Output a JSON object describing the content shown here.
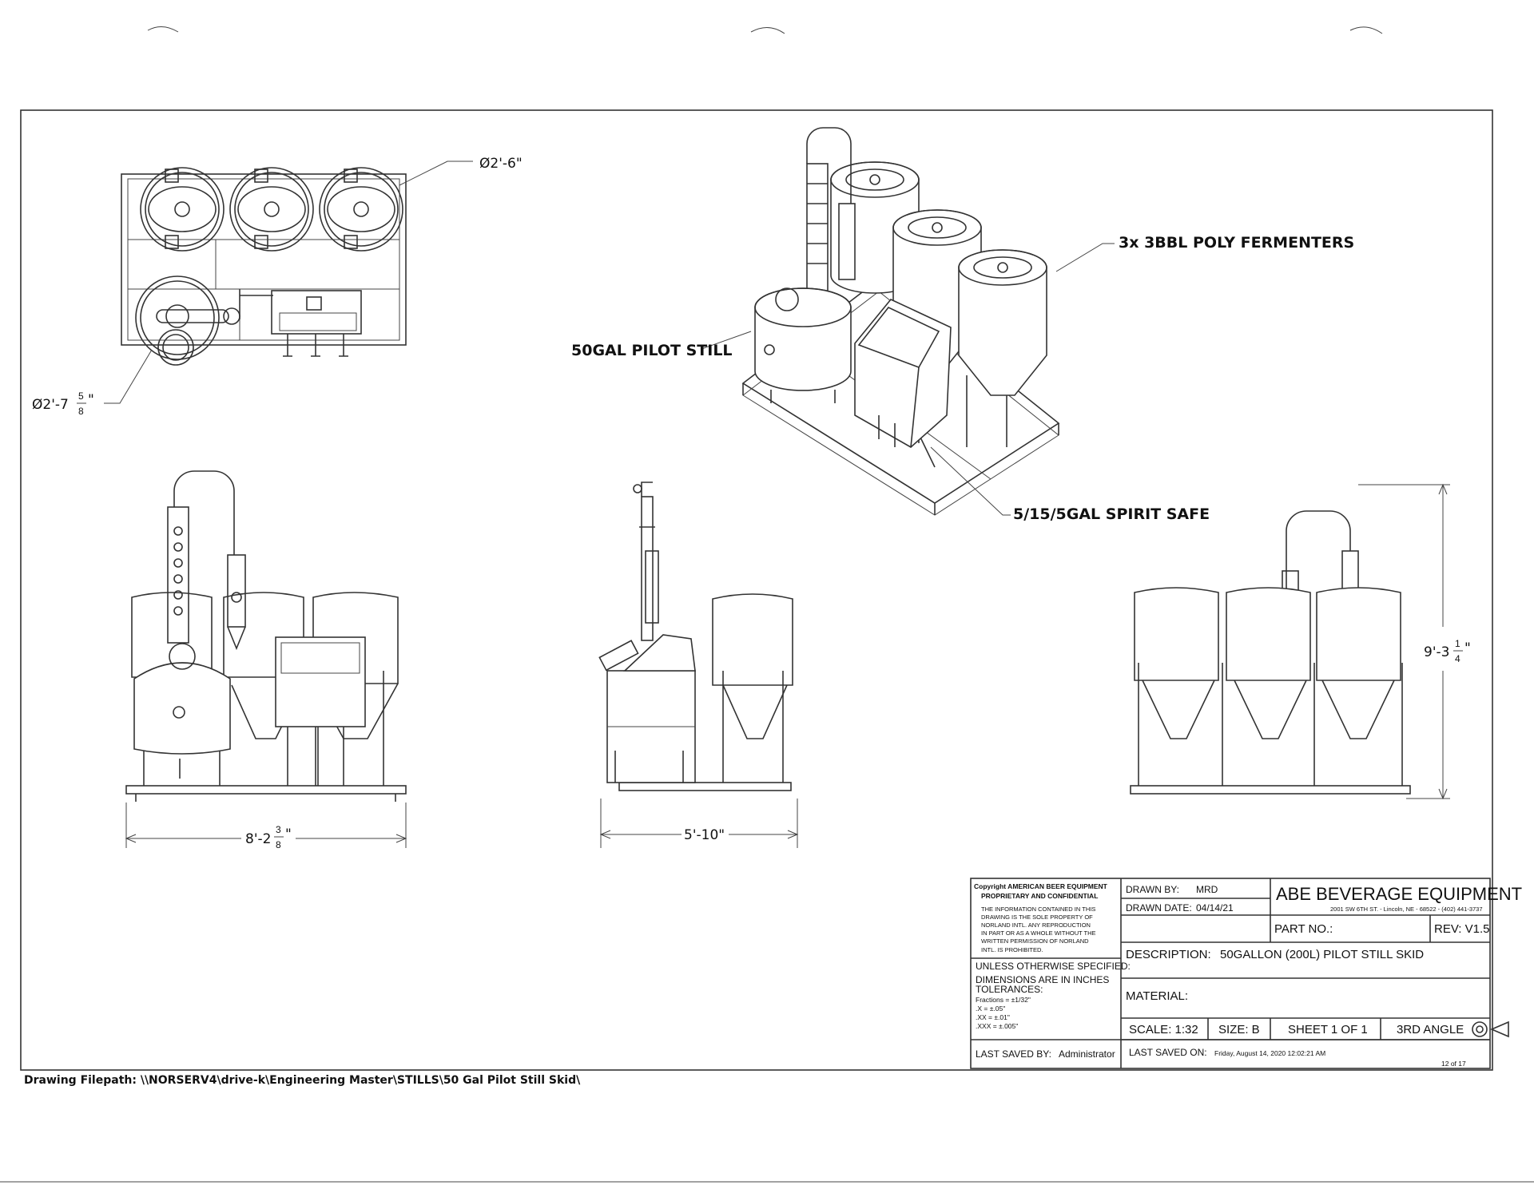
{
  "callouts": {
    "diameter_top": "Ø2'-6\"",
    "fermenters": "3x 3BBL POLY FERMENTERS",
    "pilot_still": "50GAL PILOT STILL",
    "spirit_safe": "5/15/5GAL SPIRIT SAFE"
  },
  "dimensions": {
    "diameter_still_prefix": "Ø2'-7",
    "diameter_still_num": "5",
    "diameter_still_den": "8",
    "width_front_prefix": "8'-2",
    "width_front_num": "3",
    "width_front_den": "8",
    "depth_side": "5'-10\"",
    "height_rear_prefix": "9'-3",
    "height_rear_num": "1",
    "height_rear_den": "4",
    "inch_mark": "\""
  },
  "title_block": {
    "copyright_line1": "Copyright AMERICAN BEER EQUIPMENT",
    "copyright_line2": "PROPRIETARY AND CONFIDENTIAL",
    "notice_lines": [
      "THE INFORMATION CONTAINED IN THIS",
      "DRAWING IS THE SOLE PROPERTY OF",
      "NORLAND INTL. ANY REPRODUCTION",
      "IN PART OR AS A WHOLE WITHOUT THE",
      "WRITTEN PERMISSION OF NORLAND",
      "INTL. IS PROHIBITED."
    ],
    "unless_specified": "UNLESS OTHERWISE SPECIFIED:",
    "dims_in_inches": "DIMENSIONS ARE IN INCHES",
    "tolerances": "TOLERANCES:",
    "tol_fractions": "Fractions = ±1/32\"",
    "tol_x": ".X    = ±.05\"",
    "tol_xx": ".XX  = ±.01\"",
    "tol_xxx": ".XXX = ±.005\"",
    "last_saved_by_label": "LAST SAVED BY:",
    "last_saved_by_value": "Administrator",
    "drawn_by_label": "DRAWN BY:",
    "drawn_by_value": "MRD",
    "drawn_date_label": "DRAWN DATE:",
    "drawn_date_value": "04/14/21",
    "company": "ABE BEVERAGE EQUIPMENT",
    "address": "2001 SW 6TH ST. - Lincoln, NE - 68522 - (402) 441-3737",
    "part_no_label": "PART NO.:",
    "rev": "REV:  V1.5",
    "description_label": "DESCRIPTION:",
    "description_value": "50GALLON (200L) PILOT STILL SKID",
    "material_label": "MATERIAL:",
    "scale": "SCALE: 1:32",
    "size": "SIZE: B",
    "sheet": "SHEET 1 OF 1",
    "projection": "3RD ANGLE",
    "last_saved_on_label": "LAST SAVED ON:",
    "last_saved_on_value": "Friday, August 14, 2020 12:02:21 AM",
    "page_count": "12 of 17"
  },
  "footer": {
    "filepath": "Drawing Filepath: \\\\NORSERV4\\drive-k\\Engineering Master\\STILLS\\50 Gal Pilot Still Skid\\"
  }
}
